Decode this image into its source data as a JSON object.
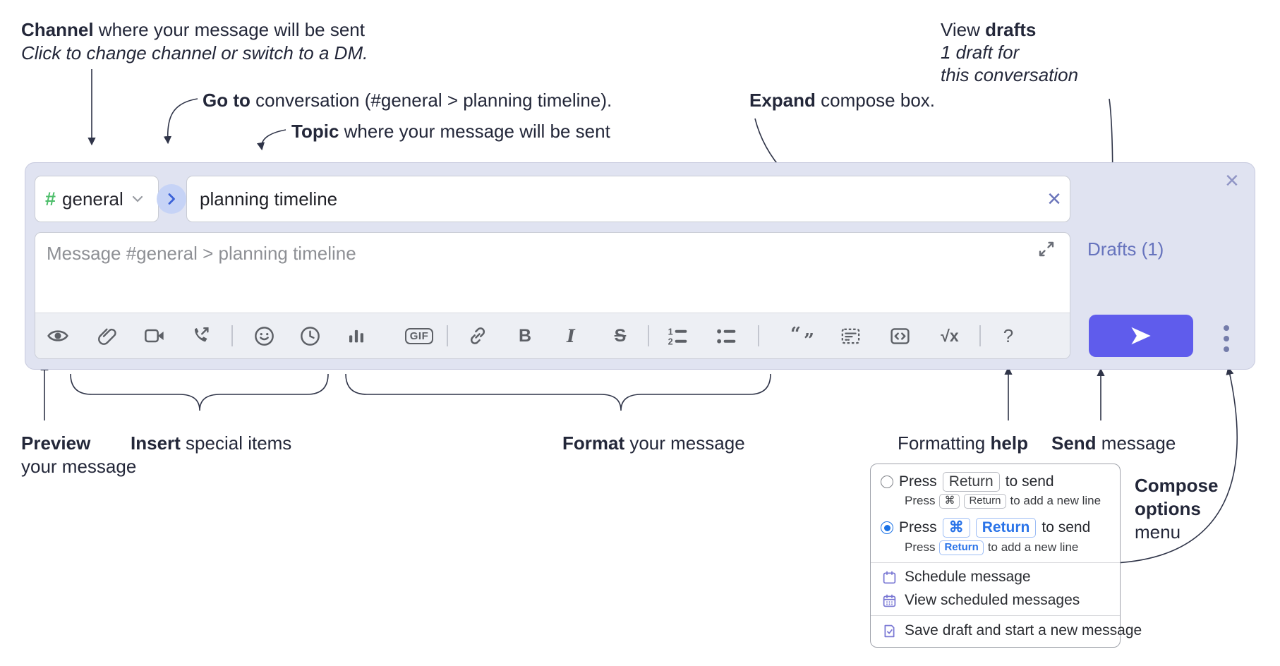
{
  "annotations": {
    "channel": {
      "bold": "Channel",
      "rest": " where your message will be sent",
      "line2": "Click to change channel or switch to a DM."
    },
    "go_to": {
      "bold": "Go to",
      "rest": " conversation (#general > planning timeline)."
    },
    "topic": {
      "bold": "Topic",
      "rest": " where your message will be sent"
    },
    "expand": {
      "bold": "Expand",
      "rest": " compose box."
    },
    "view_drafts": {
      "pre": "View ",
      "bold": "drafts",
      "line2": "1 draft for",
      "line3": "this conversation"
    },
    "preview": {
      "bold": "Preview",
      "line2": "your message"
    },
    "insert": {
      "bold": "Insert",
      "rest": " special items"
    },
    "format": {
      "bold": "Format",
      "rest": " your message"
    },
    "formatting_help": {
      "pre": "Formatting ",
      "bold": "help"
    },
    "send": {
      "bold": "Send",
      "rest": " message"
    },
    "compose_options": {
      "line1": "Compose",
      "line2": "options",
      "line3": "menu"
    }
  },
  "compose": {
    "channel": {
      "hash": "#",
      "name": "general"
    },
    "topic_value": "planning timeline",
    "message_placeholder": "Message #general > planning timeline",
    "drafts_link": "Drafts (1)",
    "close_icon": "×",
    "topic_clear_icon": "×",
    "toolbar": {
      "gif": "GIF",
      "bold": "B",
      "italic": "I",
      "strikethrough": "S",
      "math": "√x",
      "help": "?",
      "quote_open": "“",
      "quote_close": "”",
      "ol_1": "1",
      "ol_2": "2",
      "icon_names": [
        "preview-eye",
        "attach-paperclip",
        "start-video-call",
        "start-audio-call",
        "add-emoji",
        "add-global-time",
        "add-poll",
        "add-gif",
        "link",
        "bold",
        "italic",
        "strikethrough",
        "numbered-list",
        "bulleted-list",
        "quote",
        "spoiler",
        "code",
        "math",
        "message-formatting-help"
      ]
    }
  },
  "popup": {
    "option_enter": {
      "pre": "Press",
      "kbd": "Return",
      "post": "to send",
      "sub_pre": "Press",
      "sub_kbd1": "⌘",
      "sub_kbd2": "Return",
      "sub_post": "to add a new line"
    },
    "option_cmd_enter": {
      "pre": "Press",
      "kbd1": "⌘",
      "kbd2": "Return",
      "post": "to send",
      "sub_pre": "Press",
      "sub_kbd": "Return",
      "sub_post": "to add a new line"
    },
    "menu_items": [
      "Schedule message",
      "View scheduled messages",
      "Save draft and start a new message"
    ]
  },
  "colors": {
    "accent_send": "#5f5cec",
    "compose_bg": "#e0e3f1",
    "drafts_link": "#6673bd",
    "channel_hash_green": "#4ebe6b",
    "go_to_circle": "#c6d3f6",
    "go_to_chevron": "#3b62d8",
    "radio_selected_blue": "#1a72e6",
    "kbd_blue": "#2b74e8",
    "menu_icon_purple": "#7a78d4",
    "annotation_ink": "#232739",
    "toolbar_icon_gray": "#5d6066"
  }
}
